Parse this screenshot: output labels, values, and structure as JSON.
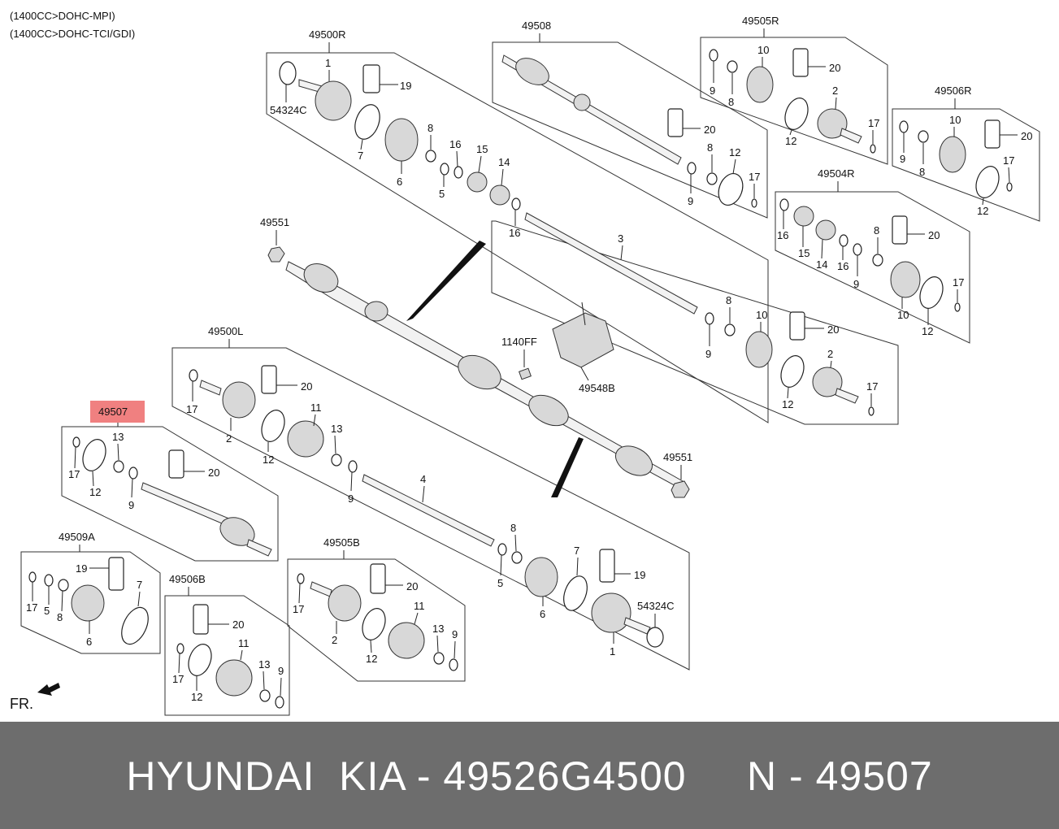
{
  "notes": [
    "(1400CC>DOHC-MPI)",
    "(1400CC>DOHC-TCI/GDI)"
  ],
  "groups": {
    "g49500R": "49500R",
    "g49508": "49508",
    "g49505R": "49505R",
    "g49506R": "49506R",
    "g49504R": "49504R",
    "g49500L": "49500L",
    "g49507": "49507",
    "g49509A": "49509A",
    "g49506B": "49506B",
    "g49505B": "49505B"
  },
  "standalone": {
    "p49551a": "49551",
    "p49551b": "49551",
    "p1140FF": "1140FF",
    "p49548B": "49548B"
  },
  "callouts": {
    "r1": "1",
    "r19": "19",
    "r54324C": "54324C",
    "r7": "7",
    "r6": "6",
    "r8": "8",
    "r5": "5",
    "r16a": "16",
    "r15": "15",
    "r14": "14",
    "r16b": "16",
    "r3": "3",
    "b20": "20",
    "b8": "8",
    "b9": "9",
    "b12": "12",
    "b17": "17",
    "c10": "10",
    "c20": "20",
    "c9": "9",
    "c8": "8",
    "c2": "2",
    "c12": "12",
    "c17": "17",
    "d10": "10",
    "d20": "20",
    "d9": "9",
    "d8": "8",
    "d17": "17",
    "d12": "12",
    "e16a": "16",
    "e15": "15",
    "e14": "14",
    "e16b": "16",
    "e9": "9",
    "e8": "8",
    "e20": "20",
    "e10": "10",
    "e17": "17",
    "e12": "12",
    "f9": "9",
    "f8": "8",
    "f10": "10",
    "f20": "20",
    "f2": "2",
    "f12": "12",
    "f17": "17",
    "l17": "17",
    "l20": "20",
    "l2": "2",
    "l11": "11",
    "l13": "13",
    "l12": "12",
    "l9": "9",
    "l4": "4",
    "l8": "8",
    "l5": "5",
    "l6": "6",
    "l7": "7",
    "l19": "19",
    "l54324C": "54324C",
    "l1": "1",
    "m13": "13",
    "m17": "17",
    "m12": "12",
    "m9": "9",
    "m20": "20",
    "n19": "19",
    "n7": "7",
    "n17": "17",
    "n5": "5",
    "n8": "8",
    "n6": "6",
    "o20": "20",
    "o11": "11",
    "o13": "13",
    "o9": "9",
    "o17": "17",
    "o12": "12",
    "q20": "20",
    "q17": "17",
    "q11": "11",
    "q13": "13",
    "q9": "9",
    "q2": "2",
    "q12": "12",
    "fr": "FR."
  },
  "highlight_color": "#f08080",
  "footer": {
    "text": "HYUNDAI  KIA - 49526G4500     N - 49507",
    "background": "#6d6d6d",
    "color": "#ffffff"
  }
}
